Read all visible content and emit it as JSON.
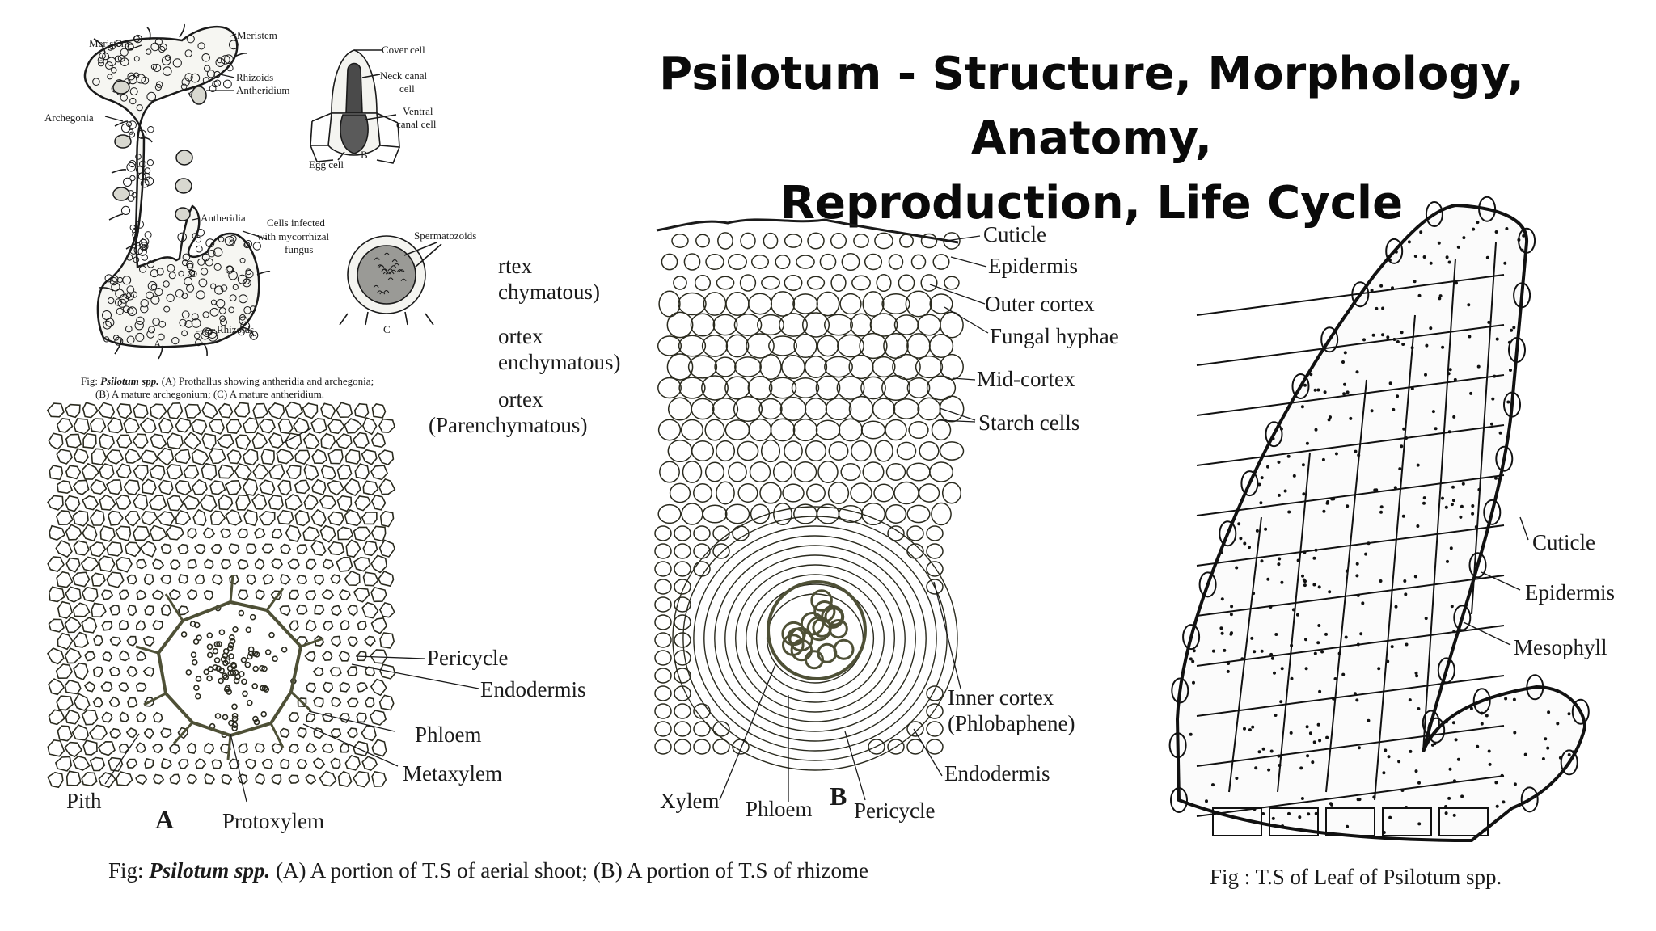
{
  "title_line1": "Psilotum - Structure, Morphology, Anatomy,",
  "title_line2": "Reproduction, Life Cycle",
  "prothallus": {
    "labels": {
      "meristem_left": "Meristem",
      "meristem_right": "Meristem",
      "rhizoids_top": "Rhizoids",
      "antheridium": "Antheridium",
      "archegonia": "Archegonia",
      "antheridia": "Antheridia",
      "cells_infected_1": "Cells infected",
      "cells_infected_2": "with mycorrhizal",
      "cells_infected_3": "fungus",
      "rhizoids_bottom": "Rhizoids",
      "letter_a": "A",
      "cover_cell": "Cover cell",
      "neck_canal_1": "Neck canal",
      "neck_canal_2": "cell",
      "ventral_1": "Ventral",
      "ventral_2": "canal cell",
      "egg_cell": "Egg cell",
      "letter_b": "B",
      "spermatozoids": "Spermatozoids",
      "letter_c": "C"
    },
    "caption_prefix": "Fig: ",
    "caption_italic": "Psilotum spp.",
    "caption_line1": " (A) Prothallus showing antheridia and archegonia;",
    "caption_line2": "(B) A mature archegonium; (C) A mature antheridium."
  },
  "aerial_shoot": {
    "labels": {
      "cortex_1a": "rtex",
      "cortex_1b": "chymatous)",
      "cortex_2a": "ortex",
      "cortex_2b": "enchymatous)",
      "cortex_3a": "ortex",
      "cortex_3b": "(Parenchymatous)",
      "pericycle": "Pericycle",
      "endodermis": "Endodermis",
      "phloem": "Phloem",
      "metaxylem": "Metaxylem",
      "pith": "Pith",
      "letter_a": "A",
      "protoxylem": "Protoxylem"
    }
  },
  "rhizome": {
    "labels": {
      "cuticle": "Cuticle",
      "epidermis": "Epidermis",
      "outer_cortex": "Outer cortex",
      "fungal_hyphae": "Fungal hyphae",
      "mid_cortex": "Mid-cortex",
      "starch_cells": "Starch cells",
      "inner_cortex_1": "Inner cortex",
      "inner_cortex_2": "(Phlobaphene)",
      "endodermis": "Endodermis",
      "xylem": "Xylem",
      "phloem": "Phloem",
      "letter_b": "B",
      "pericycle": "Pericycle"
    }
  },
  "main_caption": {
    "prefix": "Fig: ",
    "italic": "Psilotum spp.",
    "rest": " (A) A portion of T.S of aerial shoot; (B) A portion of T.S of rhizome"
  },
  "leaf": {
    "labels": {
      "cuticle": "Cuticle",
      "epidermis": "Epidermis",
      "mesophyll": "Mesophyll"
    },
    "caption": "Fig : T.S of Leaf of Psilotum spp."
  },
  "colors": {
    "ink": "#1a1a1a",
    "aged_ink": "#5d5f3e",
    "paper": "#ffffff"
  }
}
